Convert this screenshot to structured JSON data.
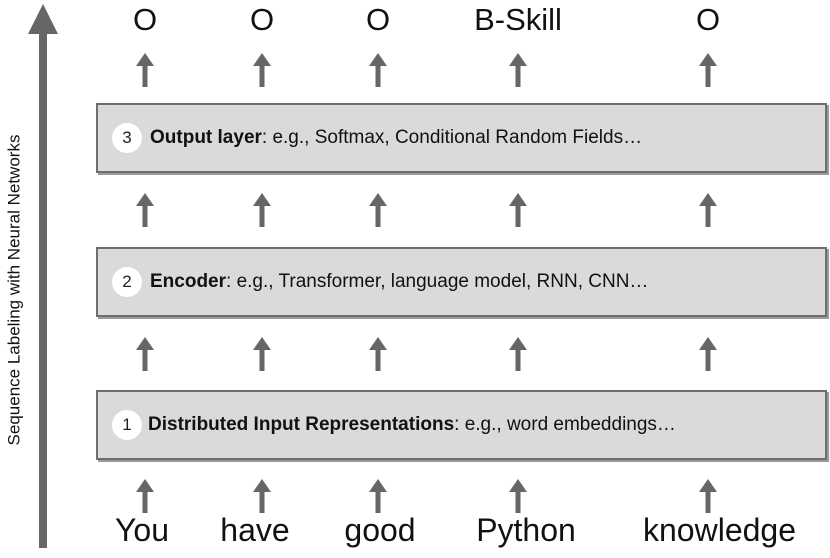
{
  "side_label": "Sequence Labeling with Neural Networks",
  "output_tags": [
    "O",
    "O",
    "O",
    "B-Skill",
    "O"
  ],
  "input_tokens": [
    "You",
    "have",
    "good",
    "Python",
    "knowledge"
  ],
  "layers": [
    {
      "number": "3",
      "name": "Output layer",
      "detail": ": e.g., Softmax, Conditional Random Fields…"
    },
    {
      "number": "2",
      "name": "Encoder",
      "detail": ": e.g., Transformer, language model, RNN, CNN…"
    },
    {
      "number": "1",
      "name": "Distributed Input Representations",
      "detail": ": e.g., word embeddings…"
    }
  ],
  "colors": {
    "box_fill": "#dadada",
    "box_border": "#6e6e6e",
    "arrow": "#666666"
  }
}
